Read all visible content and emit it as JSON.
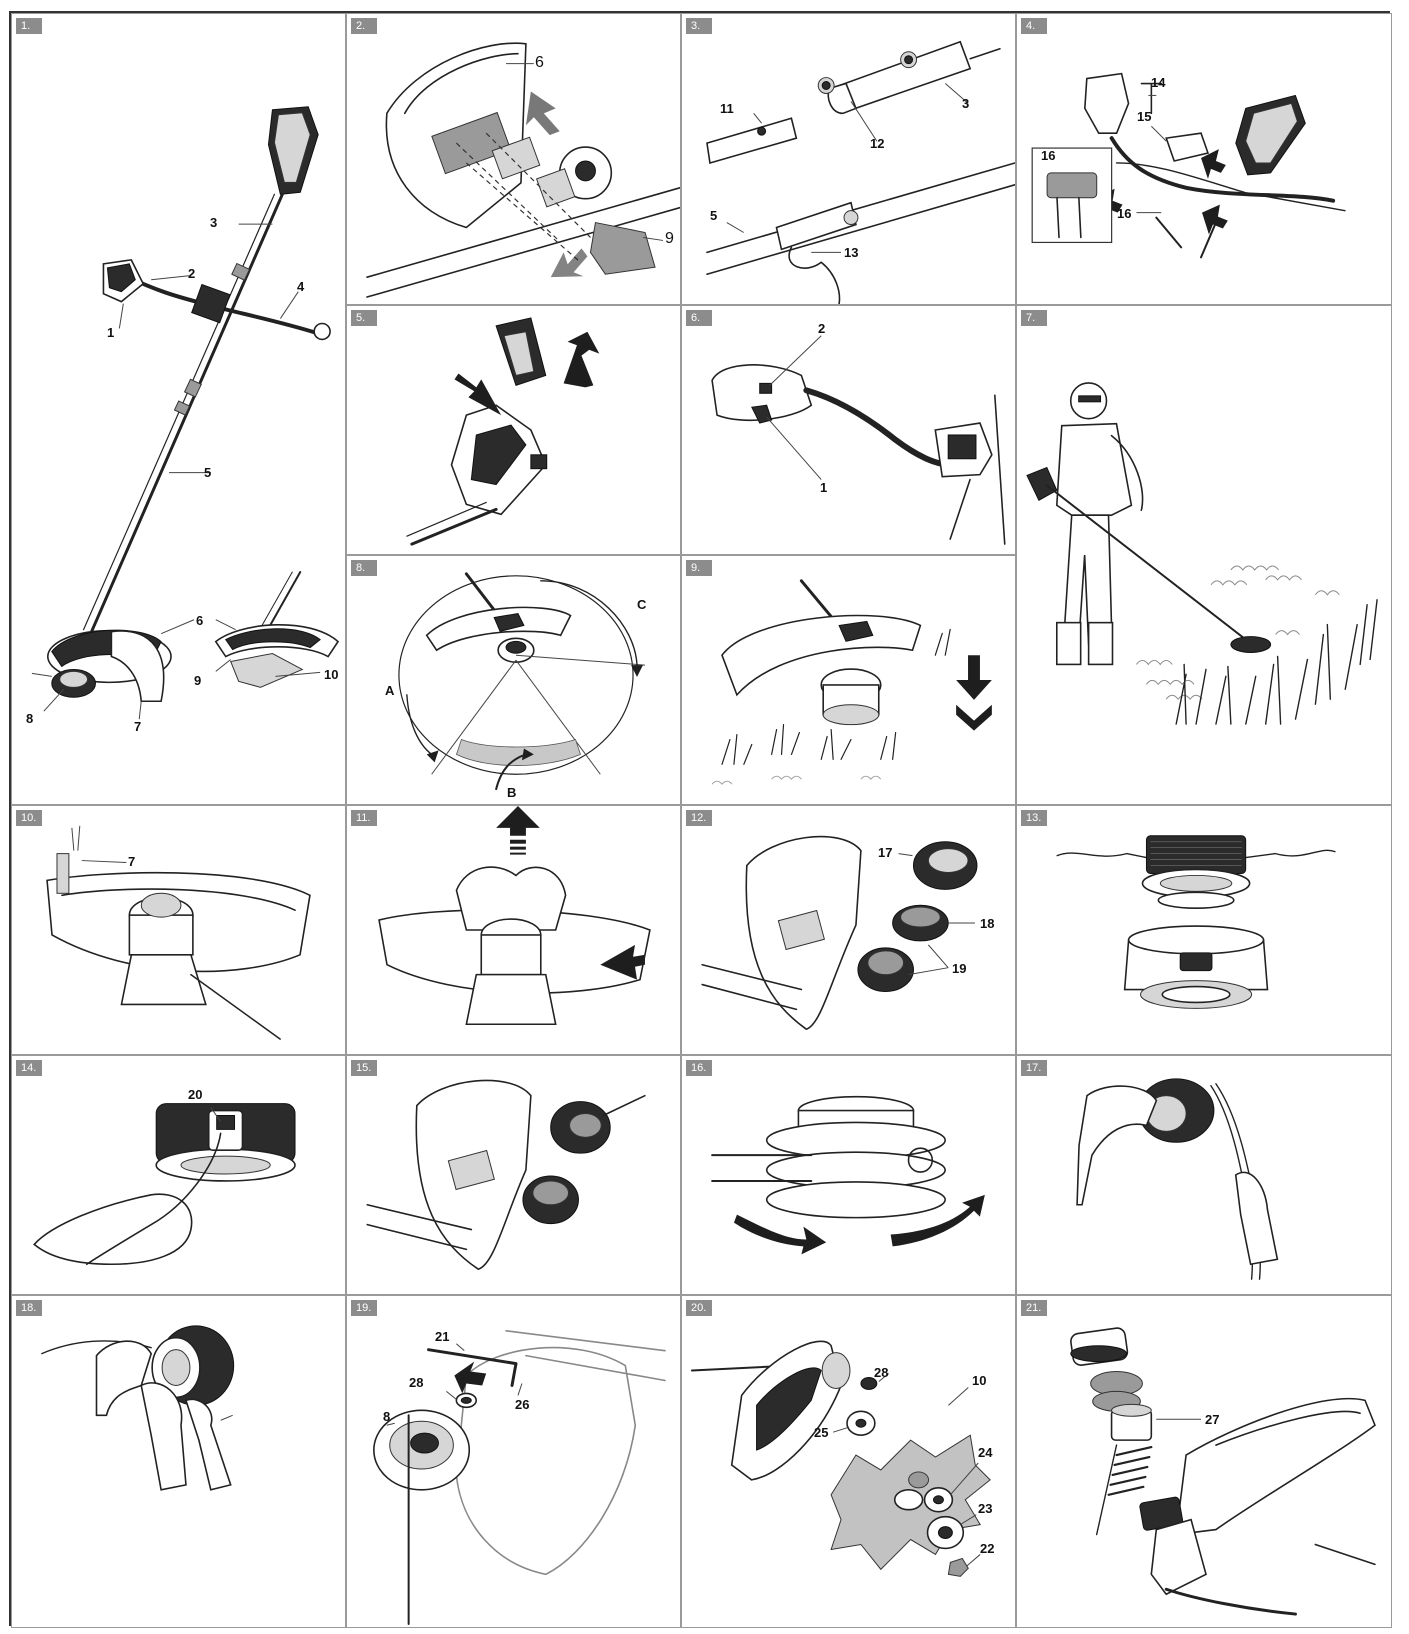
{
  "panels": [
    {
      "id": "p1",
      "tag": "1.",
      "callouts": [
        "1",
        "2",
        "3",
        "4",
        "5",
        "6",
        "7",
        "8",
        "9",
        "10"
      ]
    },
    {
      "id": "p2",
      "tag": "2.",
      "callouts": [
        "6",
        "9"
      ]
    },
    {
      "id": "p3",
      "tag": "3.",
      "callouts": [
        "11",
        "12",
        "3",
        "5",
        "13"
      ]
    },
    {
      "id": "p4",
      "tag": "4.",
      "callouts": [
        "14",
        "15",
        "16",
        "16"
      ]
    },
    {
      "id": "p5",
      "tag": "5.",
      "callouts": []
    },
    {
      "id": "p6",
      "tag": "6.",
      "callouts": [
        "2",
        "1"
      ]
    },
    {
      "id": "p7",
      "tag": "7.",
      "callouts": []
    },
    {
      "id": "p8",
      "tag": "8.",
      "callouts": [
        "C",
        "A",
        "B"
      ]
    },
    {
      "id": "p9",
      "tag": "9.",
      "callouts": []
    },
    {
      "id": "p10",
      "tag": "10.",
      "callouts": [
        "7"
      ]
    },
    {
      "id": "p11",
      "tag": "11.",
      "callouts": []
    },
    {
      "id": "p12",
      "tag": "12.",
      "callouts": [
        "17",
        "18",
        "19"
      ]
    },
    {
      "id": "p13",
      "tag": "13.",
      "callouts": []
    },
    {
      "id": "p14",
      "tag": "14.",
      "callouts": [
        "20"
      ]
    },
    {
      "id": "p15",
      "tag": "15.",
      "callouts": []
    },
    {
      "id": "p16",
      "tag": "16.",
      "callouts": []
    },
    {
      "id": "p17",
      "tag": "17.",
      "callouts": []
    },
    {
      "id": "p18",
      "tag": "18.",
      "callouts": []
    },
    {
      "id": "p19",
      "tag": "19.",
      "callouts": [
        "21",
        "28",
        "26",
        "8"
      ]
    },
    {
      "id": "p20",
      "tag": "20.",
      "callouts": [
        "28",
        "10",
        "25",
        "24",
        "23",
        "22"
      ]
    },
    {
      "id": "p21",
      "tag": "21.",
      "callouts": [
        "27"
      ]
    }
  ]
}
